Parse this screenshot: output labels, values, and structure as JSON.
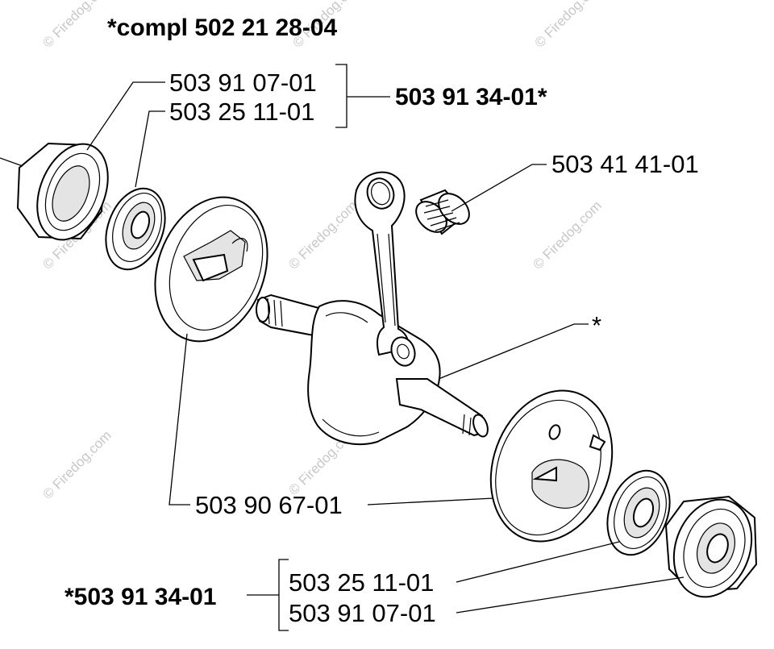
{
  "title": "*compl 502 21 28-04",
  "kit_top_label": "503 91 34-01*",
  "kit_bottom_label": "*503 91 34-01",
  "labels": {
    "seal_top": "503 91 07-01",
    "bearing_top": "503 25 11-01",
    "needle_bearing": "503 41 41-01",
    "crankshaft_note": "*",
    "crank_half": "503 90 67-01",
    "bearing_bottom": "503 25 11-01",
    "seal_bottom": "503 91 07-01"
  },
  "watermark": "© Firedog.com"
}
